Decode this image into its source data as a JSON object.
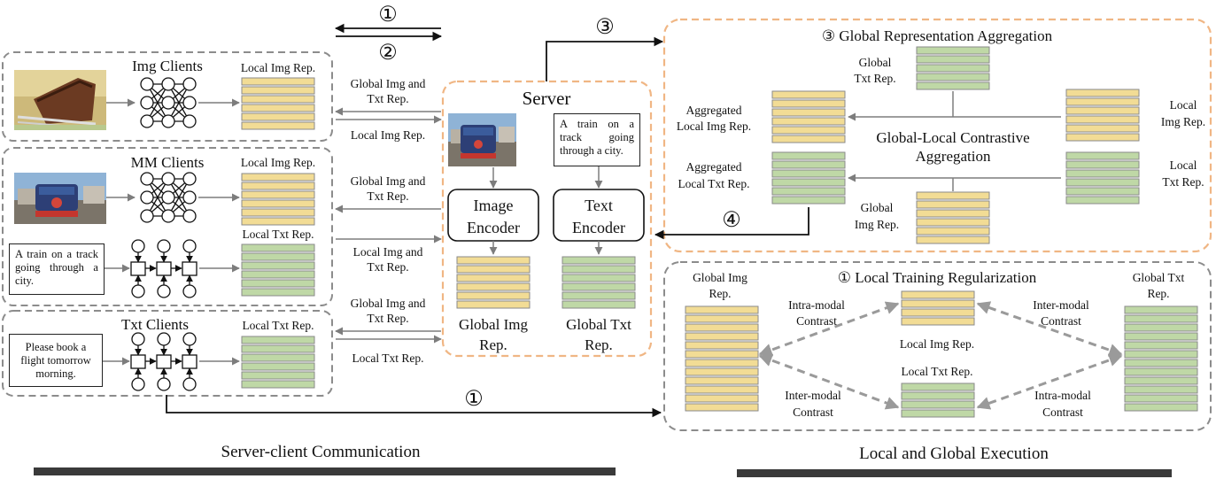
{
  "colors": {
    "img_rep": "#f2dc95",
    "txt_rep": "#bfd8a6",
    "rep_stroke": "#8a8a8a",
    "server_border": "#f0b684",
    "client_border": "#8c8c8c"
  },
  "steps": {
    "one": "①",
    "two": "②",
    "three": "③",
    "four": "④"
  },
  "clients": {
    "img": {
      "title": "Img Clients",
      "rep_label": "Local Img Rep."
    },
    "mm": {
      "title": "MM Clients",
      "img_rep_label": "Local Img Rep.",
      "txt_rep_label": "Local Txt Rep.",
      "text": "A train on a track going through a city."
    },
    "txt": {
      "title": "Txt Clients",
      "rep_label": "Local Txt Rep.",
      "text": "Please book a flight tomorrow morning."
    }
  },
  "arrows": {
    "img_down_1": "Global Img and",
    "img_down_2": "Txt Rep.",
    "img_up": "Local Img Rep.",
    "mm_down_1": "Global Img and",
    "mm_down_2": "Txt Rep.",
    "mm_up_1": "Local Img and",
    "mm_up_2": "Txt Rep.",
    "txt_down_1": "Global Img and",
    "txt_down_2": "Txt Rep.",
    "txt_up": "Local Txt Rep."
  },
  "server": {
    "title": "Server",
    "text": "A train on a track going through a city.",
    "image_encoder_1": "Image",
    "image_encoder_2": "Encoder",
    "text_encoder_1": "Text",
    "text_encoder_2": "Encoder",
    "global_img_1": "Global Img",
    "global_img_2": "Rep.",
    "global_txt_1": "Global Txt",
    "global_txt_2": "Rep."
  },
  "aggregation": {
    "title": "③ Global Representation Aggregation",
    "global_txt_1": "Global",
    "global_txt_2": "Txt Rep.",
    "agg_img_1": "Aggregated",
    "agg_img_2": "Local Img Rep.",
    "agg_txt_1": "Aggregated",
    "agg_txt_2": "Local Txt Rep.",
    "center_1": "Global-Local Contrastive",
    "center_2": "Aggregation",
    "local_img_1": "Local",
    "local_img_2": "Img Rep.",
    "local_txt_1": "Local",
    "local_txt_2": "Txt Rep.",
    "global_img_1": "Global",
    "global_img_2": "Img Rep."
  },
  "regularization": {
    "title": "① Local Training Regularization",
    "global_img_1": "Global Img",
    "global_img_2": "Rep.",
    "global_txt_1": "Global Txt",
    "global_txt_2": "Rep.",
    "intra_tl_1": "Intra-modal",
    "intra_tl_2": "Contrast",
    "inter_tr_1": "Inter-modal",
    "inter_tr_2": "Contrast",
    "local_img": "Local Img Rep.",
    "local_txt": "Local Txt Rep.",
    "inter_bl_1": "Inter-modal",
    "inter_bl_2": "Contrast",
    "intra_br_1": "Intra-modal",
    "intra_br_2": "Contrast"
  },
  "footer": {
    "left": "Server-client Communication",
    "right": "Local and Global Execution"
  }
}
